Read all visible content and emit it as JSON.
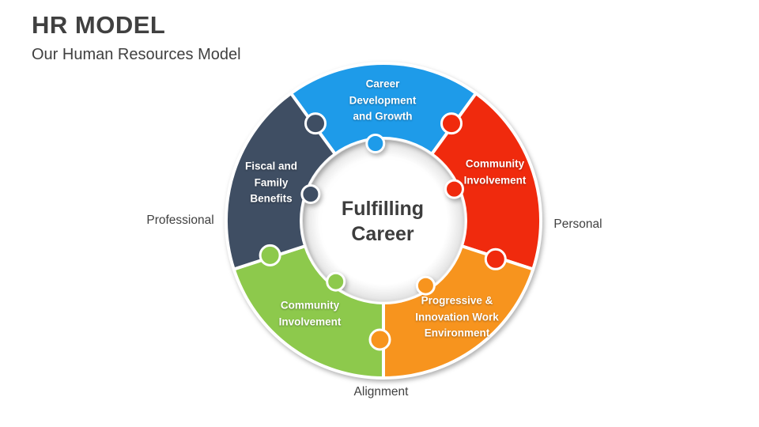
{
  "header": {
    "title": "HR MODEL",
    "subtitle": "Our Human Resources Model",
    "text_color": "#404040"
  },
  "diagram": {
    "type": "puzzle-circle",
    "center": {
      "label": "Fulfilling\nCareer",
      "text_color": "#3d3d3d"
    },
    "segments": [
      {
        "id": "career-development",
        "position": "top",
        "label": "Career\nDevelopment\nand Growth",
        "color": "#1E9BE9"
      },
      {
        "id": "community-involvement-right",
        "position": "upper-right",
        "label": "Community\nInvolvement",
        "color": "#F02A0D"
      },
      {
        "id": "progressive-innovation",
        "position": "lower-right",
        "label": "Progressive &\nInnovation Work\nEnvironment",
        "color": "#F7941E"
      },
      {
        "id": "community-involvement-left",
        "position": "lower-left",
        "label": "Community\nInvolvement",
        "color": "#8DC94C"
      },
      {
        "id": "fiscal-family-benefits",
        "position": "upper-left",
        "label": "Fiscal and\nFamily\nBenefits",
        "color": "#3F4E63"
      }
    ],
    "outer_labels": [
      {
        "id": "professional",
        "text": "Professional",
        "side": "left"
      },
      {
        "id": "personal",
        "text": "Personal",
        "side": "right"
      },
      {
        "id": "alignment",
        "text": "Alignment",
        "side": "bottom"
      }
    ]
  }
}
